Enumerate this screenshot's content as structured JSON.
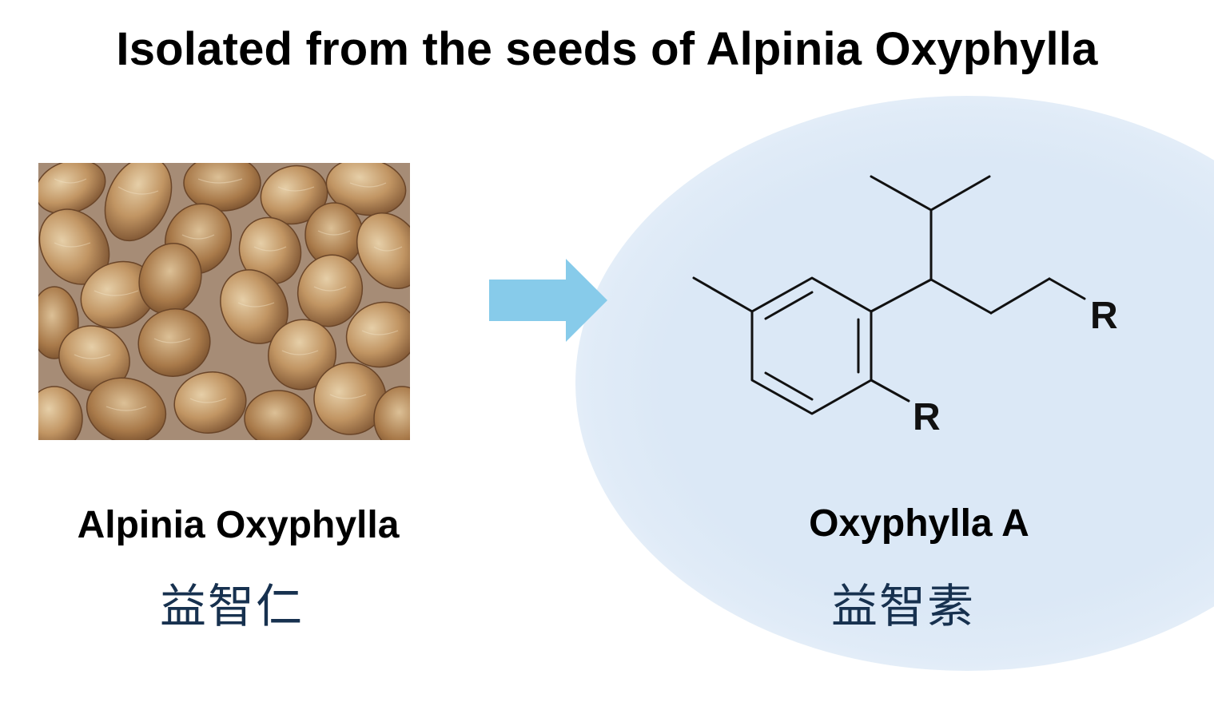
{
  "title": "Isolated from the seeds of Alpinia Oxyphylla",
  "source": {
    "image_alt": "Photo of dried Alpinia oxyphylla seeds",
    "label_en": "Alpinia Oxyphylla",
    "label_zh": "益智仁"
  },
  "arrow": {
    "icon": "right-arrow-icon",
    "color": "#87cbea"
  },
  "product": {
    "label_en": "Oxyphylla A",
    "label_zh": "益智素",
    "substituent_labels": [
      "R",
      "R"
    ],
    "glow_color": "#dbe8f6"
  },
  "colors": {
    "title": "#000000",
    "chinese_text": "#17314f",
    "bond": "#111111"
  }
}
